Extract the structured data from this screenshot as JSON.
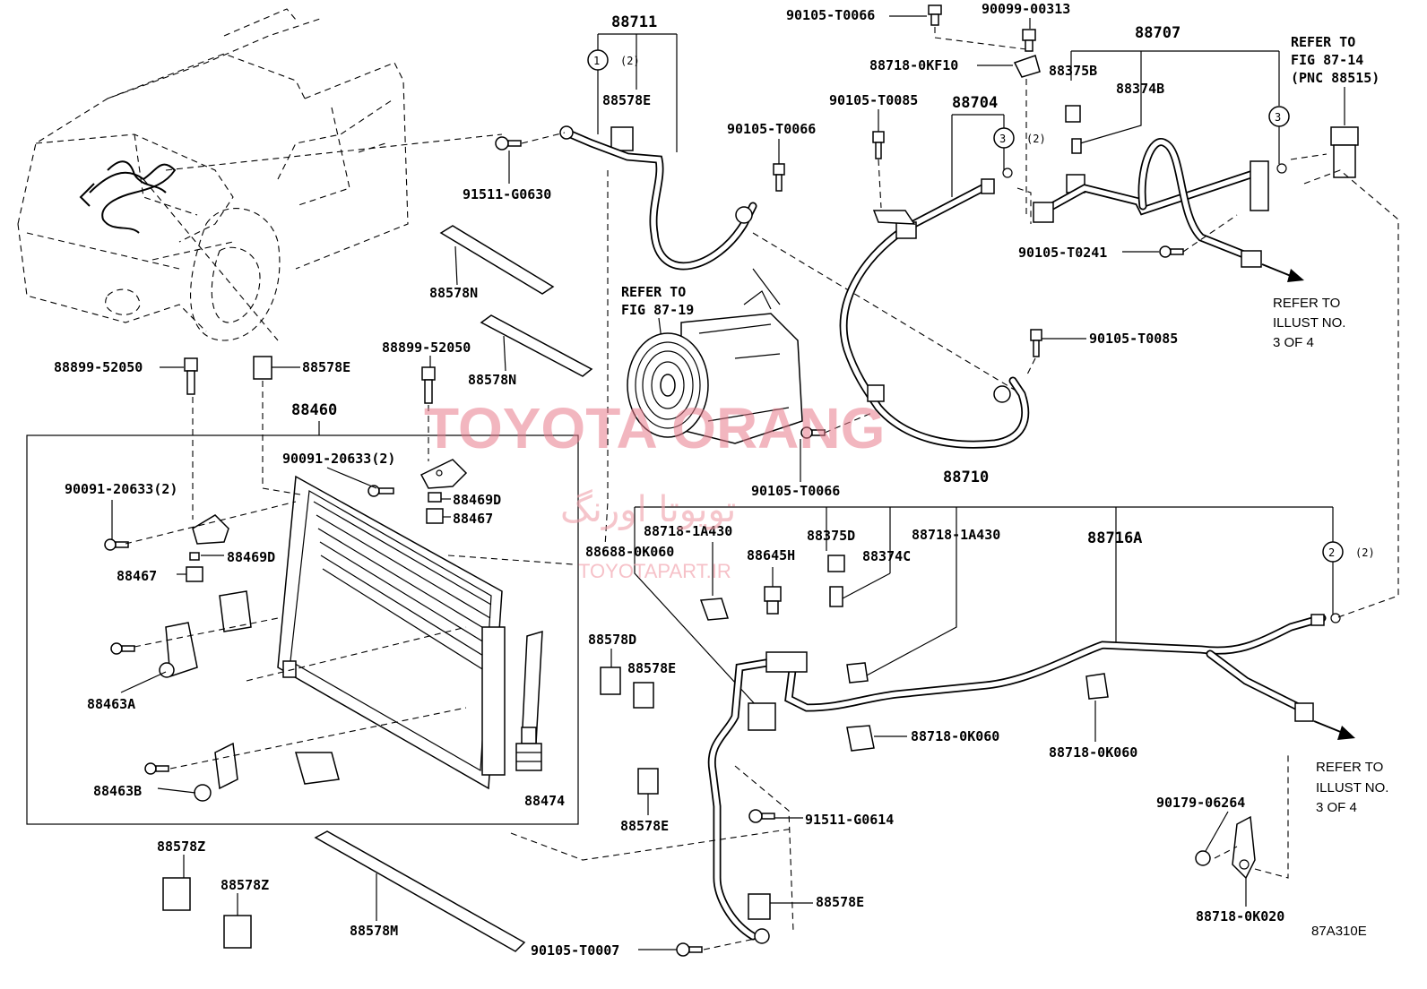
{
  "labels": {
    "l88711": "88711",
    "l88578E_top": "88578E",
    "l91511_G0630": "91511-G0630",
    "l90105_T0066_a": "90105-T0066",
    "l90099_00313": "90099-00313",
    "l88718_0KF10": "88718-0KF10",
    "l88707": "88707",
    "l88375B": "88375B",
    "l88374B": "88374B",
    "l90105_T0085_a": "90105-T0085",
    "l88704": "88704",
    "l90105_T0066_b": "90105-T0066",
    "l90105_T0241": "90105-T0241",
    "l90105_T0085_b": "90105-T0085",
    "l88578N_a": "88578N",
    "l88578N_b": "88578N",
    "l88899_52050_a": "88899-52050",
    "l88578E_mid": "88578E",
    "l88899_52050_b": "88899-52050",
    "l88460": "88460",
    "l90091_20633_a": "90091-20633(2)",
    "l90091_20633_b": "90091-20633(2)",
    "l88469D_a": "88469D",
    "l88467_a": "88467",
    "l88469D_b": "88469D",
    "l88467_b": "88467",
    "l88463A": "88463A",
    "l88463B": "88463B",
    "l88474": "88474",
    "l90105_T0066_c": "90105-T0066",
    "l88710": "88710",
    "l88718_1A430_a": "88718-1A430",
    "l88375D": "88375D",
    "l88718_1A430_b": "88718-1A430",
    "l88716A": "88716A",
    "l88688_0K060": "88688-0K060",
    "l88645H": "88645H",
    "l88374C": "88374C",
    "l88578D": "88578D",
    "l88578E_c": "88578E",
    "l88718_0K060_a": "88718-0K060",
    "l88718_0K060_b": "88718-0K060",
    "l88578E_d": "88578E",
    "l91511_G0614": "91511-G0614",
    "l88578E_e": "88578E",
    "l88578Z_a": "88578Z",
    "l88578Z_b": "88578Z",
    "l88578M": "88578M",
    "l90105_T0007": "90105-T0007",
    "l90179_06264": "90179-06264",
    "l88718_0K020": "88718-0K020",
    "fig_code": "87A310E"
  },
  "callouts": {
    "c1_num": "1",
    "c1_qty": "(2)",
    "c3a_num": "3",
    "c3a_qty": "(2)",
    "c3b_num": "3",
    "c2_num": "2",
    "c2_qty": "(2)"
  },
  "references": {
    "ref_fig_87_14": [
      "REFER TO",
      "FIG 87-14",
      "(PNC 88515)"
    ],
    "ref_fig_87_19": [
      "REFER TO",
      "FIG 87-19"
    ],
    "ref_illust_a": [
      "REFER TO",
      "ILLUST NO.",
      "3 OF 4"
    ],
    "ref_illust_b": [
      "REFER TO",
      "ILLUST NO.",
      "3 OF 4"
    ]
  },
  "watermark": {
    "brand": "TOYOTA ORANG",
    "persian": "تویوتا اورنگ",
    "site": "TOYOTAPART.IR"
  },
  "colors": {
    "line": "#000000",
    "watermark": "#e87b8b"
  }
}
